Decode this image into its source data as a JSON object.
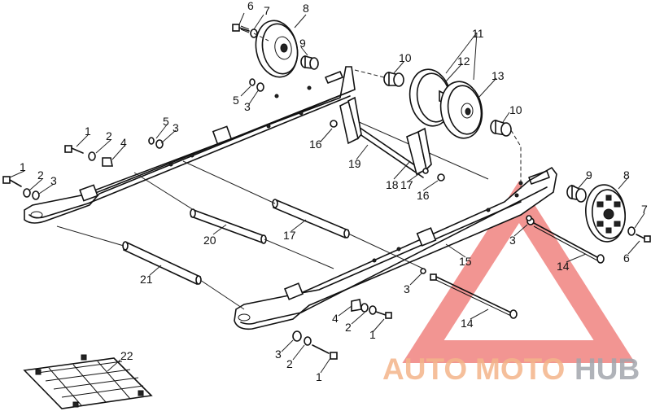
{
  "callouts": {
    "c1a": "1",
    "c1b": "1",
    "c1c": "1",
    "c1d": "1",
    "c2a": "2",
    "c2b": "2",
    "c2c": "2",
    "c2d": "2",
    "c3a": "3",
    "c3b": "3",
    "c3c": "3",
    "c3d": "3",
    "c3e": "3",
    "c3f": "3",
    "c4a": "4",
    "c4b": "4",
    "c5a": "5",
    "c5b": "5",
    "c6a": "6",
    "c6b": "6",
    "c7a": "7",
    "c7b": "7",
    "c8a": "8",
    "c8b": "8",
    "c9a": "9",
    "c9b": "9",
    "c10a": "10",
    "c10b": "10",
    "c11": "11",
    "c12": "12",
    "c13": "13",
    "c14a": "14",
    "c14b": "14",
    "c15": "15",
    "c16a": "16",
    "c16b": "16",
    "c17a": "17",
    "c17b": "17",
    "c18": "18",
    "c19": "19",
    "c20": "20",
    "c21": "21",
    "c22": "22"
  },
  "watermark": {
    "part1": "AUTO",
    "part2": "MOTO",
    "part3": "HUB",
    "color_primary": "#f4b58a",
    "color_secondary": "#a3a6ad",
    "triangle_color": "#e8524f"
  }
}
